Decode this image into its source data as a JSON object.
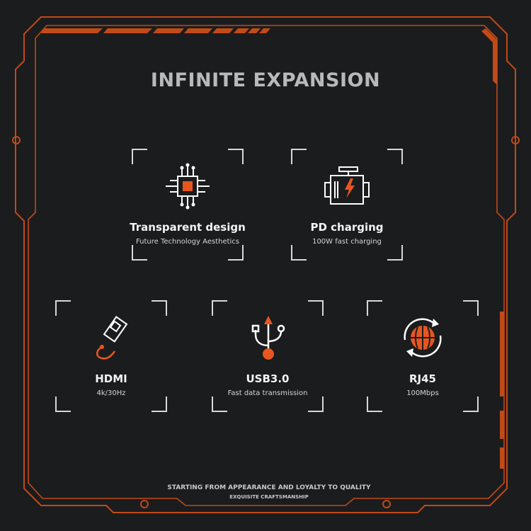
{
  "colors": {
    "accent": "#e8561f",
    "background": "#1b1c1e",
    "frame_line": "#c24a17",
    "bracket": "#d8d8d8"
  },
  "title": "INFINITE EXPANSION",
  "features": [
    {
      "icon": "chip-icon",
      "title": "Transparent design",
      "subtitle": "Future Technology Aesthetics"
    },
    {
      "icon": "power-engine-icon",
      "title": "PD charging",
      "subtitle": "100W fast charging"
    },
    {
      "icon": "hdmi-cable-icon",
      "title": "HDMI",
      "subtitle": "4k/30Hz"
    },
    {
      "icon": "usb-icon",
      "title": "USB3.0",
      "subtitle": "Fast data transmission"
    },
    {
      "icon": "globe-network-icon",
      "title": "RJ45",
      "subtitle": "100Mbps"
    }
  ],
  "footer": {
    "line1": "STARTING FROM APPEARANCE AND LOYALTY TO QUALITY",
    "line2": "EXQUISITE CRAFTSMANSHIP"
  }
}
